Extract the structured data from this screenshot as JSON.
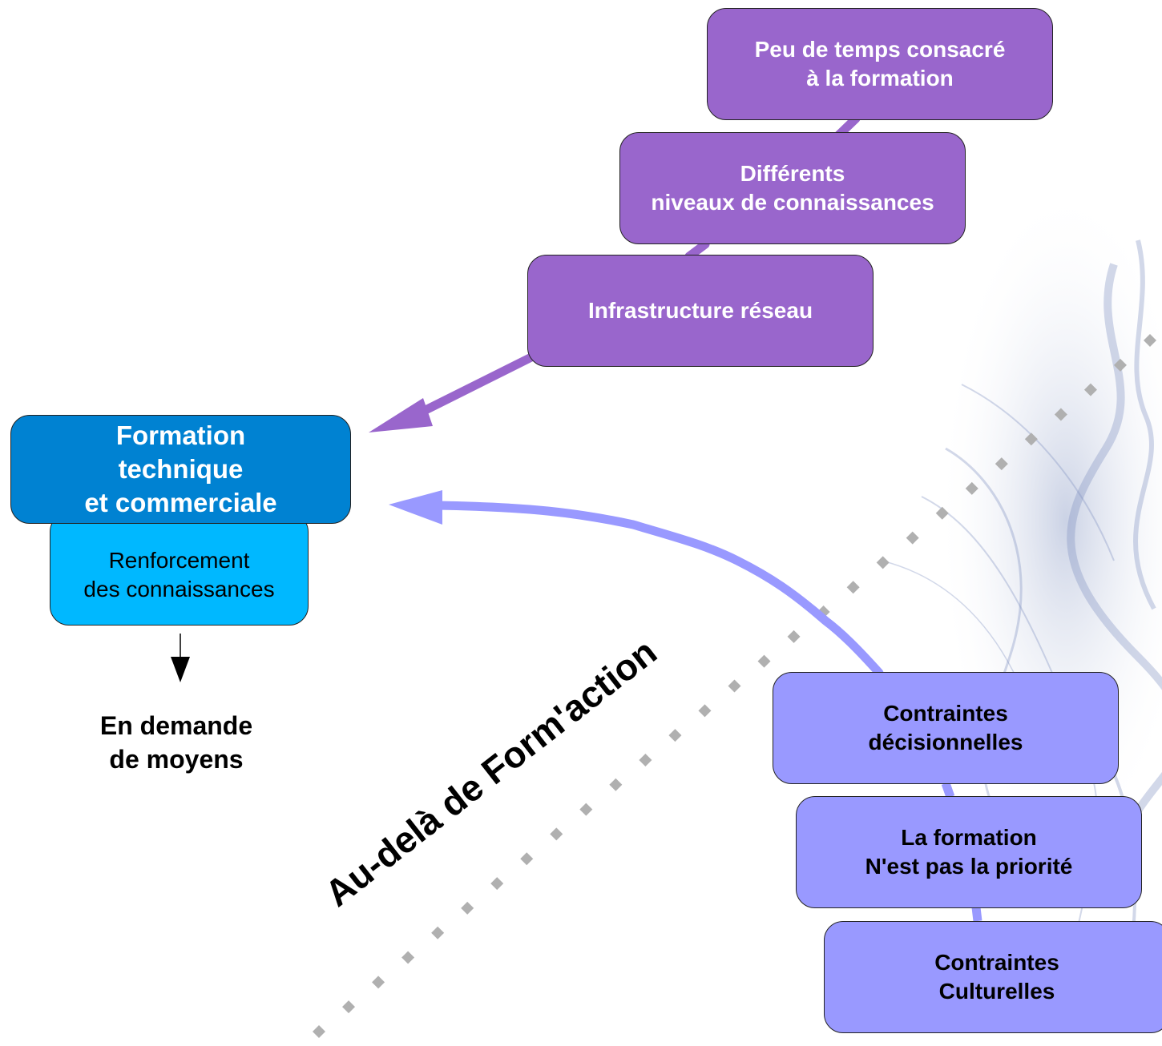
{
  "boxes": {
    "peu_de_temps": "Peu de temps consacré\nà la formation",
    "differents_niveaux": "Différents\nniveaux de connaissances",
    "infrastructure": "Infrastructure réseau",
    "formation": "Formation\ntechnique\net commerciale",
    "renforcement": "Renforcement\ndes connaissances",
    "contraintes_decisionnelles": "Contraintes\ndécisionnelles",
    "la_formation": "La formation\nN'est pas la priorité",
    "contraintes_culturelles": "Contraintes\nCulturelles"
  },
  "texts": {
    "en_demande": "En demande\nde moyens",
    "au_dela": "Au-delà de Form'action"
  },
  "colors": {
    "purple": "#9966cc",
    "lavender": "#9999ff",
    "formation_blue": "#0082d2",
    "light_blue": "#00b8ff",
    "dotted_line_grey": "#b0b0b0"
  }
}
